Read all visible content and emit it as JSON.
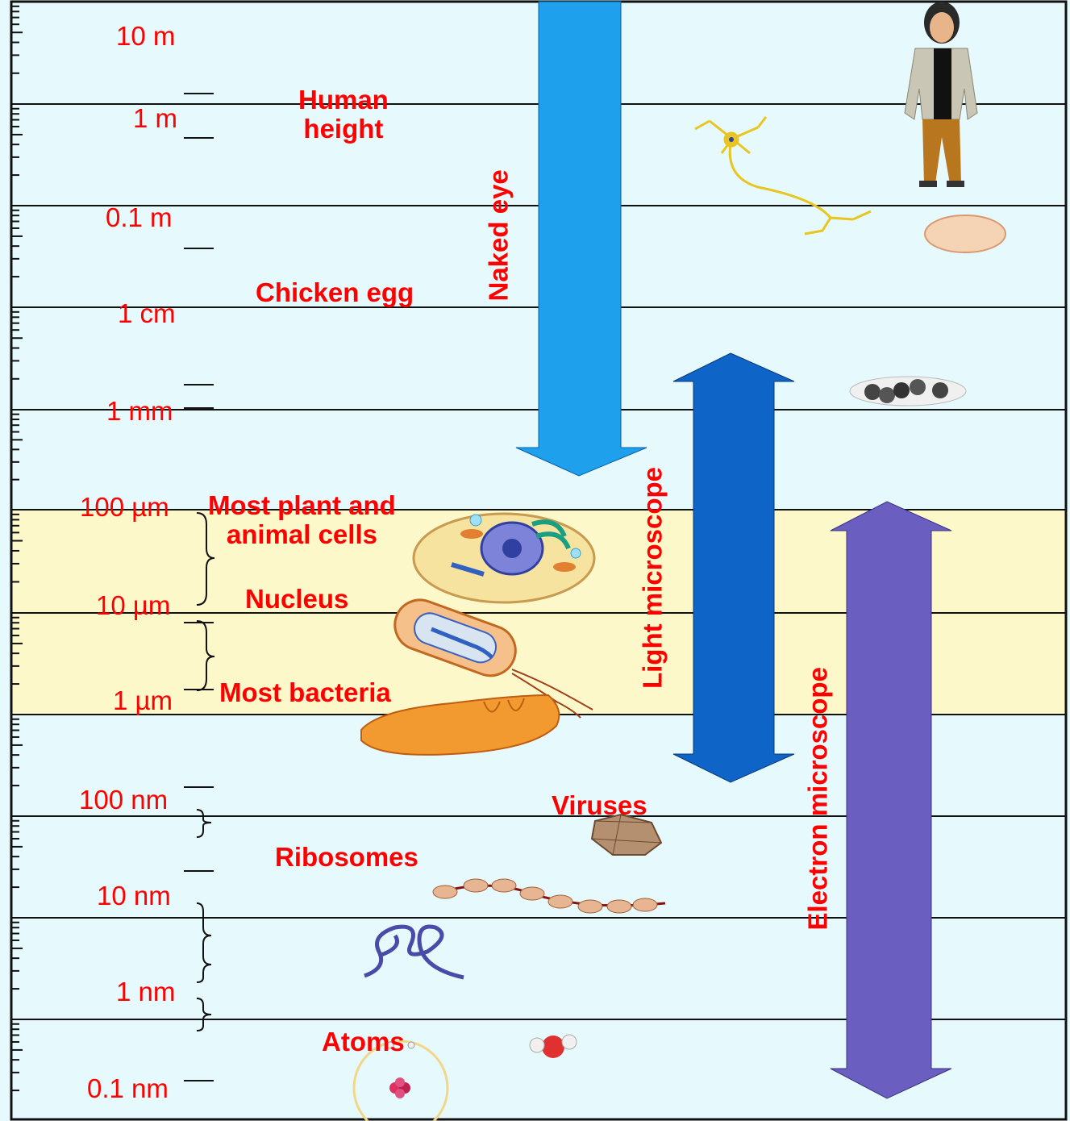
{
  "colors": {
    "background": "#e6f9fc",
    "highlight_band": "#fdf8c9",
    "label_red": "#ff0000",
    "naked_eye_arrow": "#1ea0ec",
    "light_microscope_arrow": "#0f64c8",
    "electron_microscope_arrow": "#6a5ec0"
  },
  "scale_labels": [
    "10 m",
    "1 m",
    "0.1 m",
    "1 cm",
    "1 mm",
    "100 µm",
    "10 µm",
    "1 µm",
    "100 nm",
    "10 nm",
    "1 nm",
    "0.1 nm"
  ],
  "item_labels": {
    "human_height": "Human\nheight",
    "chicken_egg": "Chicken egg",
    "cells": "Most plant and\nanimal cells",
    "nucleus": "Nucleus",
    "bacteria": "Most bacteria",
    "viruses": "Viruses",
    "ribosomes": "Ribosomes",
    "atoms": "Atoms"
  },
  "range_labels": {
    "naked_eye": "Naked eye",
    "light_microscope": "Light microscope",
    "electron_microscope": "Electron microscope"
  },
  "icons": [
    "human-icon",
    "neuron-icon",
    "egg-icon",
    "frog-eggs-icon",
    "animal-cell-icon",
    "bacterium-icon",
    "mitochondrion-icon",
    "virus-icon",
    "ribosome-chain-icon",
    "protein-icon",
    "water-molecule-icon",
    "atom-icon"
  ]
}
